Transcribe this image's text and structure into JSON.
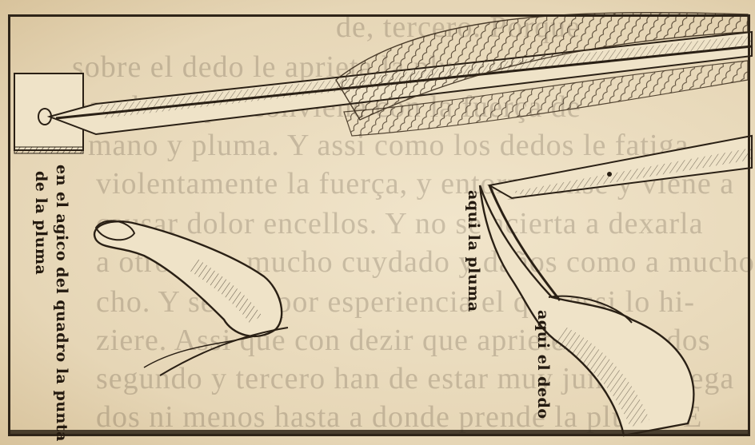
{
  "background_text": [
    "de, tercero. Porque",
    "sobre el dedo le aprieta la pluma",
    "mas de lo que conviene con la fuerça de",
    "mano y pluma. Y assi como los dedos le fatiga",
    "violentamente la fuerça, y entorpecense y viene a",
    "causar dolor encellos. Y no se acierta a dexarla",
    "a otros con mucho cuydado y daños como a mucho",
    "cho. Y se vea por esperiencia el que assi lo hi-",
    "ziere. Assi que con dezir que aprieten los dedos",
    "segundo y tercero han de estar muy juntos y pega",
    "dos ni menos hasta a donde prende la pluma. E"
  ],
  "labels": {
    "pen_tip_caption_line1": "en el agico del quadro la punta",
    "pen_tip_caption_line2": "de la pluma",
    "pen_label": "aqui la pluma",
    "finger_label": "aqui el dedo"
  },
  "colors": {
    "paper": "#ecdfc3",
    "ink": "#2a2015"
  }
}
